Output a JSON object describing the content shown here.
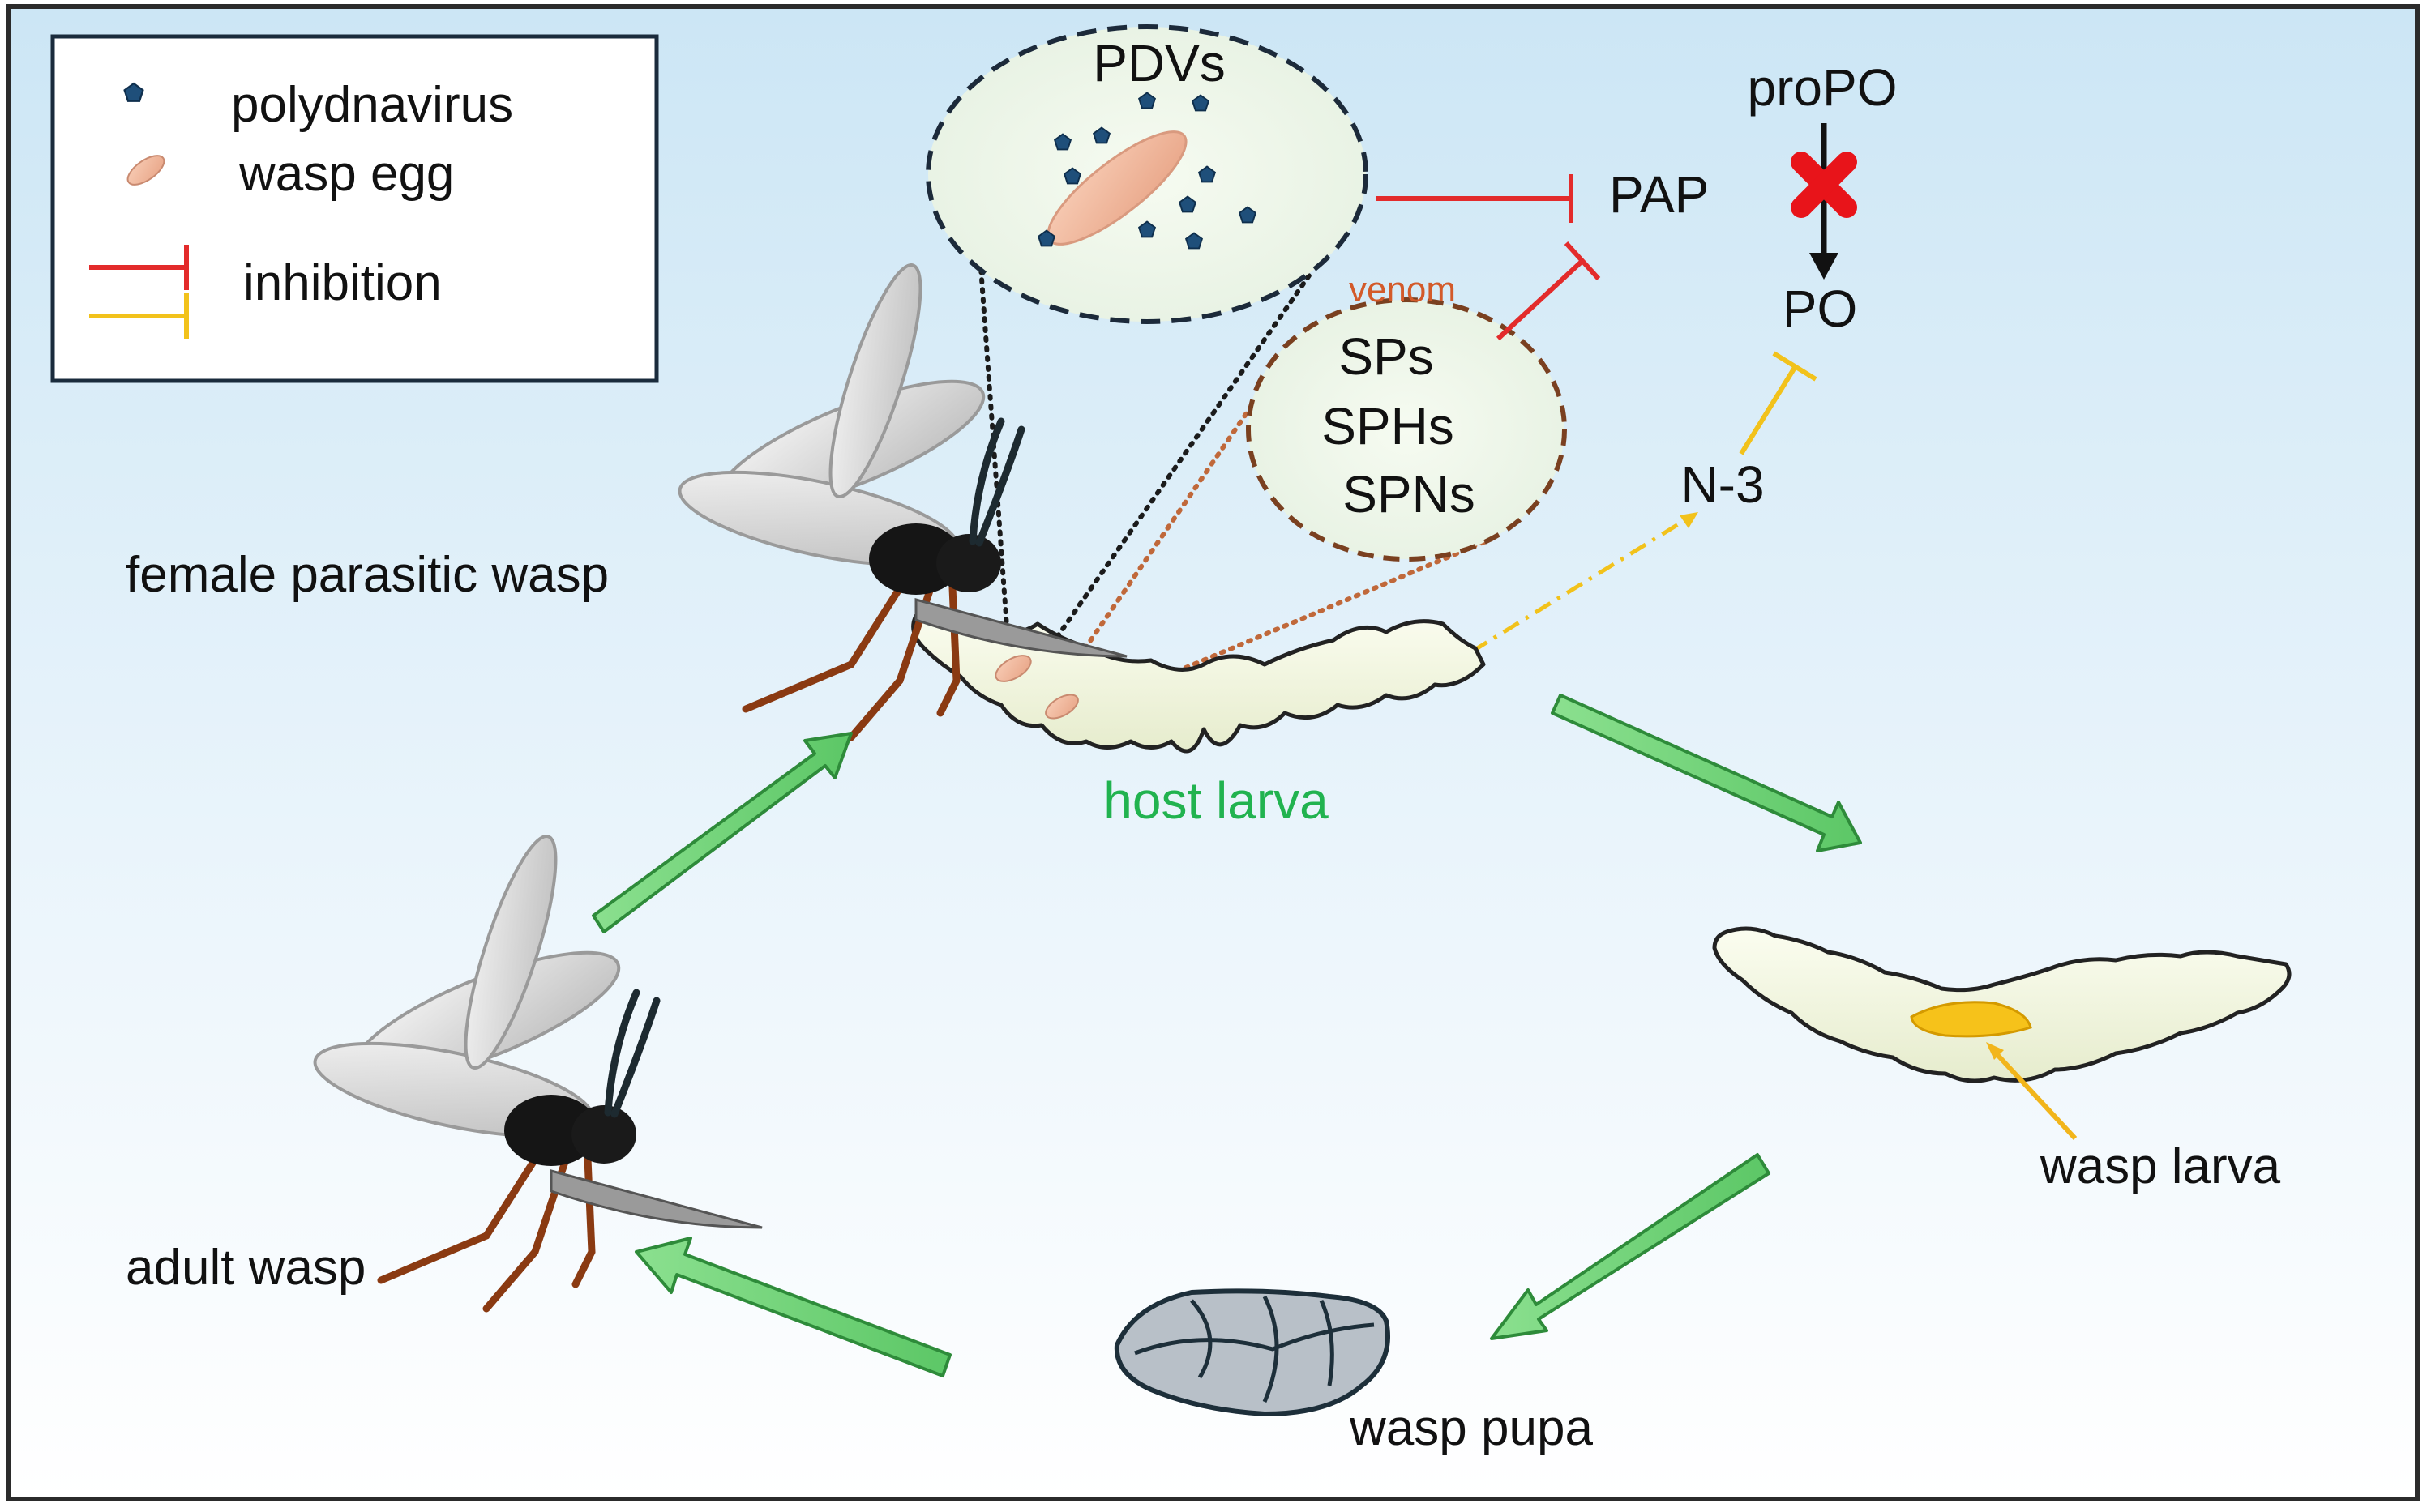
{
  "legend": {
    "polydnavirus_label": "polydnavirus",
    "wasp_egg_label": "wasp egg",
    "inhibition_label": "inhibition",
    "colors": {
      "red_inhibition": "#e32b2b",
      "yellow_inhibition": "#f2c21b"
    }
  },
  "pdv_bubble": {
    "title": "PDVs"
  },
  "venom_bubble": {
    "title": "venom",
    "items": [
      "SPs",
      "SPHs",
      "SPNs"
    ]
  },
  "pathway": {
    "pap": "PAP",
    "propo": "proPO",
    "po": "PO",
    "n3": "N-3"
  },
  "stages": {
    "female_wasp": "female parasitic wasp",
    "host_larva": "host larva",
    "wasp_larva": "wasp larva",
    "wasp_pupa": "wasp pupa",
    "adult_wasp": "adult wasp"
  },
  "colors": {
    "background_top": "#cfe8f6",
    "background_bottom": "#ffffff",
    "cycle_arrow": "#72d67a",
    "host_label": "#21b34f",
    "venom_label": "#d35a2a",
    "block_mark": "#e8141a"
  }
}
